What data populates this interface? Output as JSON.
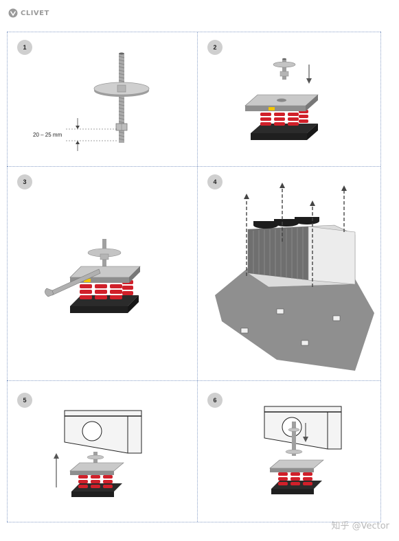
{
  "header": {
    "logo_text": "CLIVET",
    "logo_icon": "clivet-logo-icon"
  },
  "steps": [
    {
      "number": "1",
      "measurement": "20 – 25 mm"
    },
    {
      "number": "2"
    },
    {
      "number": "3"
    },
    {
      "number": "4"
    },
    {
      "number": "5"
    },
    {
      "number": "6"
    }
  ],
  "watermark": "知乎 @Vector",
  "colors": {
    "grid_line": "#8aa0c8",
    "badge": "#cfcfcf",
    "spring": "#d0202a",
    "rubber": "#2b2b2b",
    "steel": "#b8b8b8"
  }
}
